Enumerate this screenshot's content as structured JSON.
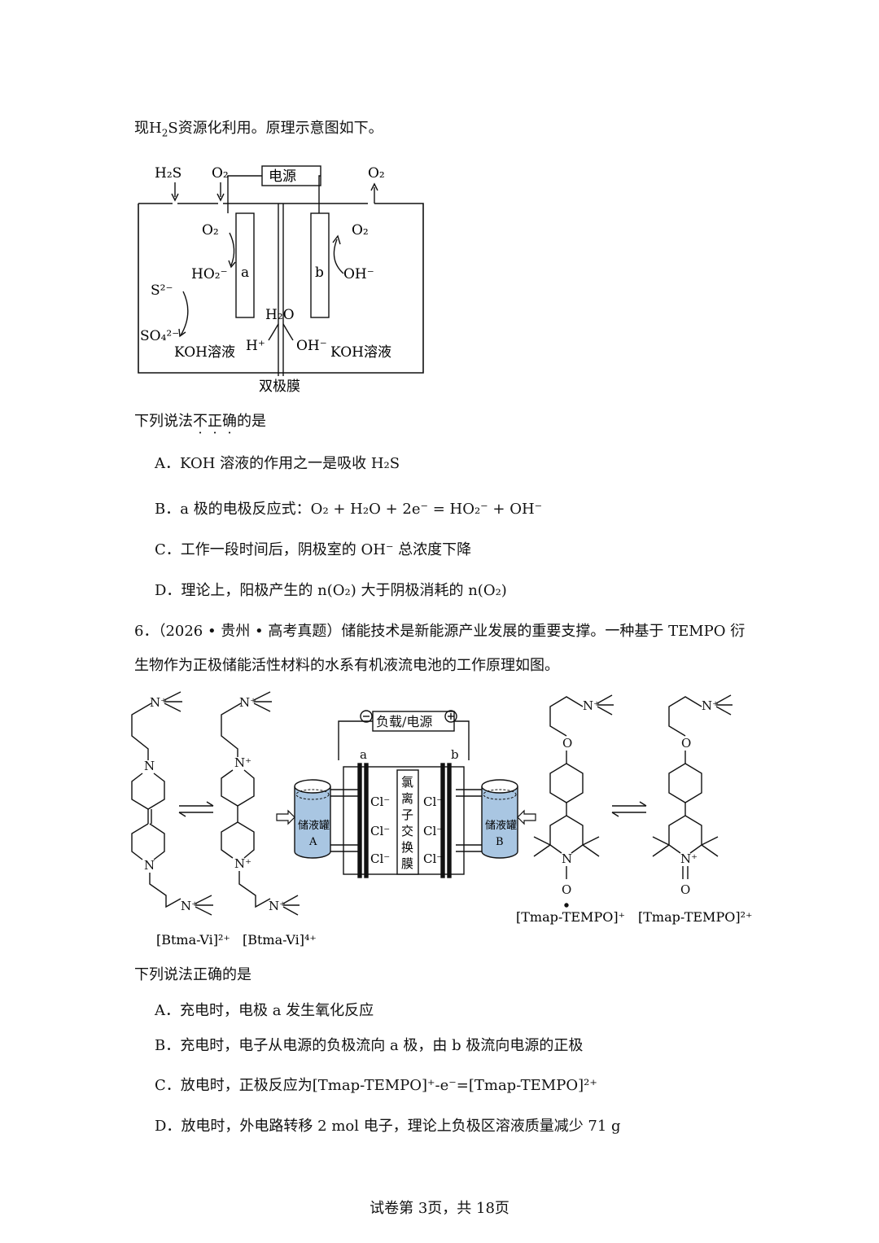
{
  "q5": {
    "intro_pre": "现",
    "intro_h2s": "H",
    "intro_h2s_sub": "2",
    "intro_h2s_s": "S",
    "intro_post": "资源化利用。原理示意图如下。",
    "diagram": {
      "h2s": "H₂S",
      "o2_in": "O₂",
      "power": "电源",
      "o2_out": "O₂",
      "o2_left": "O₂",
      "ho2": "HO₂⁻",
      "s2": "S²⁻",
      "so4": "SO₄²⁻",
      "koh_left": "KOH溶液",
      "h_plus": "H⁺",
      "h2o": "H₂O",
      "oh_mid": "OH⁻",
      "koh_right": "KOH溶液",
      "electrode_a": "a",
      "electrode_b": "b",
      "o2_right": "O₂",
      "oh_right": "OH⁻",
      "membrane": "双极膜"
    },
    "question_pre": "下列说法",
    "question_not": [
      "不",
      "正",
      "确"
    ],
    "question_post": "的是",
    "options": {
      "A": {
        "label": "A．",
        "text": "KOH 溶液的作用之一是吸收 H₂S"
      },
      "B": {
        "label": "B．",
        "text": "a 极的电极反应式：O₂ + H₂O + 2e⁻ = HO₂⁻ + OH⁻"
      },
      "C": {
        "label": "C．",
        "text": "工作一段时间后，阴极室的 OH⁻ 总浓度下降"
      },
      "D": {
        "label": "D．",
        "text": "理论上，阳极产生的 n(O₂) 大于阴极消耗的 n(O₂)"
      }
    }
  },
  "q6": {
    "line1": "6．（2026 • 贵州 • 高考真题）储能技术是新能源产业发展的重要支撑。一种基于 TEMPO 衍",
    "line2": "生物作为正极储能活性材料的水系有机液流电池的工作原理如图。",
    "diagram": {
      "load": "负载/电源",
      "minus": "⊖",
      "plus": "⊕",
      "a": "a",
      "b": "b",
      "tank_a": "储液罐",
      "tank_a_label": "A",
      "tank_b": "储液罐",
      "tank_b_label": "B",
      "cl": "Cl⁻",
      "membrane_chars": [
        "氯",
        "离",
        "子",
        "交",
        "换",
        "膜"
      ],
      "btma_2": "[Btma-Vi]²⁺",
      "btma_4": "[Btma-Vi]⁴⁺",
      "tmap_1": "[Tmap-TEMPO]⁺",
      "tmap_2": "[Tmap-TEMPO]²⁺",
      "n_plus": "N⁺",
      "n": "N",
      "o": "O"
    },
    "question": "下列说法正确的是",
    "options": {
      "A": {
        "label": "A．",
        "text": "充电时，电极 a 发生氧化反应"
      },
      "B": {
        "label": "B．",
        "text": "充电时，电子从电源的负极流向 a 极，由 b 极流向电源的正极"
      },
      "C": {
        "label": "C．",
        "text": "放电时，正极反应为[Tmap-TEMPO]⁺-e⁻=[Tmap-TEMPO]²⁺"
      },
      "D": {
        "label": "D．",
        "text": "放电时，外电路转移 2 mol 电子，理论上负极区溶液质量减少 71 g"
      }
    }
  },
  "footer": "试卷第 3页，共 18页"
}
